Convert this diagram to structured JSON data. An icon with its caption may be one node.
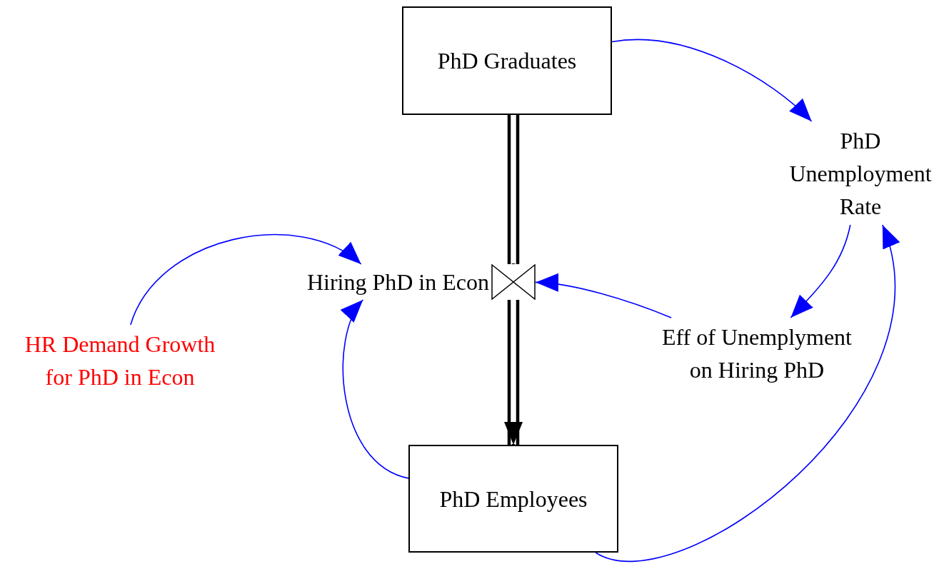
{
  "diagram": {
    "nodes": [
      {
        "text": [
          "PhD Graduates"
        ]
      },
      {
        "text": [
          "PhD Unemployment Rate"
        ]
      },
      {
        "text": [
          "Hiring PhD in Econ"
        ]
      },
      {
        "text": [
          "HR Demand Growth for PhD in Econ"
        ]
      },
      {
        "text": [
          "Eff of Unemplyment on Hiring PhD"
        ]
      },
      {
        "text": [
          "PhD Employees"
        ]
      },
      {
        "text": [],
        "shape": "valve"
      }
    ],
    "edges": [
      {
        "from": 0,
        "to": 1,
        "arrow": "to"
      },
      {
        "from": 1,
        "to": 4,
        "arrow": "to"
      },
      {
        "from": 4,
        "to": 6,
        "arrow": "to"
      },
      {
        "from": 3,
        "to": 2,
        "arrow": "to"
      },
      {
        "from": 5,
        "to": 2,
        "arrow": "to"
      },
      {
        "from": 5,
        "to": 1,
        "arrow": "to"
      },
      {
        "from": 0,
        "to": 6,
        "arrow": "none",
        "style": "thick",
        "color": "#000000"
      },
      {
        "from": 6,
        "to": 5,
        "arrow": "to",
        "style": "thick",
        "color": "#000000"
      }
    ]
  }
}
